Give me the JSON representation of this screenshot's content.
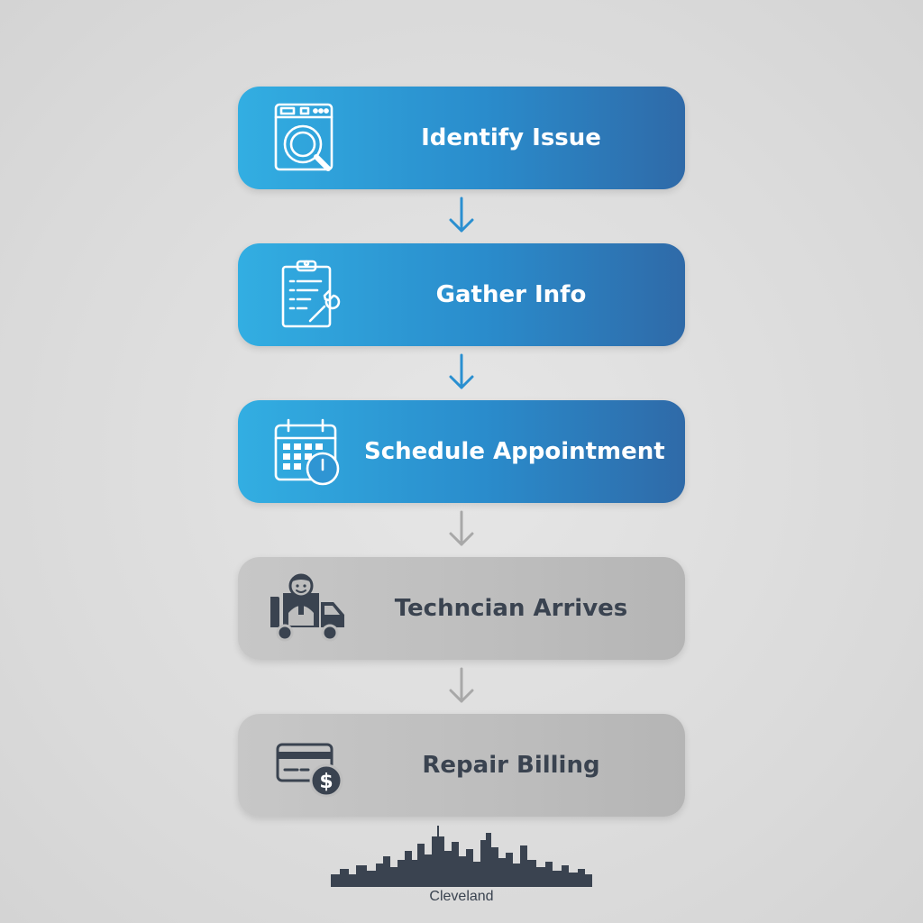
{
  "steps": [
    {
      "label": "Identify Issue",
      "icon": "washer-search-icon",
      "state": "active"
    },
    {
      "label": "Gather Info",
      "icon": "clipboard-wrench-icon",
      "state": "active"
    },
    {
      "label": "Schedule Appointment",
      "icon": "calendar-clock-icon",
      "state": "active"
    },
    {
      "label": "Techncian Arrives",
      "icon": "technician-truck-icon",
      "state": "pending"
    },
    {
      "label": "Repair Billing",
      "icon": "credit-card-dollar-icon",
      "state": "pending"
    }
  ],
  "footer": {
    "city": "Cleveland",
    "icon": "city-skyline-icon"
  },
  "colors": {
    "active_start": "#32aee2",
    "active_end": "#2f6aa8",
    "pending": "#bfbfbf",
    "arrow_active": "#2a8fd0",
    "arrow_pending": "#a8a8a8",
    "dark_text": "#3a4350"
  }
}
